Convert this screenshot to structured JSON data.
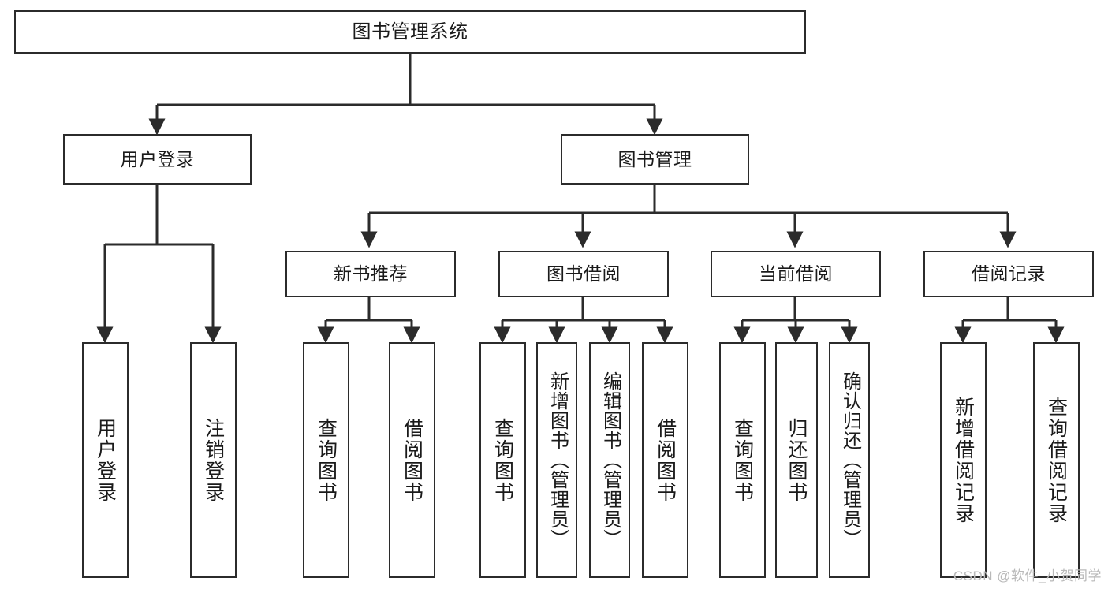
{
  "diagram": {
    "type": "tree-hierarchy",
    "title": "图书管理系统",
    "orientation": "top-down",
    "colors": {
      "stroke": "#2b2b2b",
      "fill": "#ffffff",
      "text": "#1a1a1a",
      "watermark": "#b9b9b9"
    },
    "watermark": "CSDN @软件_小贺同学",
    "levels": [
      {
        "level": 1,
        "nodes": [
          {
            "id": "root",
            "label": "图书管理系统"
          }
        ]
      },
      {
        "level": 2,
        "nodes": [
          {
            "id": "user-login",
            "label": "用户登录",
            "parent": "root"
          },
          {
            "id": "book-manage",
            "label": "图书管理",
            "parent": "root"
          }
        ]
      },
      {
        "level": 3,
        "nodes": [
          {
            "id": "new-book-rec",
            "label": "新书推荐",
            "parent": "book-manage"
          },
          {
            "id": "book-borrow",
            "label": "图书借阅",
            "parent": "book-manage"
          },
          {
            "id": "current-borrow",
            "label": "当前借阅",
            "parent": "book-manage"
          },
          {
            "id": "borrow-record",
            "label": "借阅记录",
            "parent": "book-manage"
          }
        ]
      },
      {
        "level": 4,
        "nodes": [
          {
            "id": "leaf-user-login",
            "label": "用户登录",
            "parent": "user-login"
          },
          {
            "id": "leaf-user-logout",
            "label": "注销登录",
            "parent": "user-login"
          },
          {
            "id": "leaf-query-book-rec",
            "label": "查询图书",
            "parent": "new-book-rec"
          },
          {
            "id": "leaf-borrow-book-rec",
            "label": "借阅图书",
            "parent": "new-book-rec"
          },
          {
            "id": "leaf-query-book-bor",
            "label": "查询图书",
            "parent": "book-borrow"
          },
          {
            "id": "leaf-add-book",
            "label": "新增图书（管理员）",
            "parent": "book-borrow"
          },
          {
            "id": "leaf-edit-book",
            "label": "编辑图书（管理员）",
            "parent": "book-borrow"
          },
          {
            "id": "leaf-borrow-book-bor",
            "label": "借阅图书",
            "parent": "book-borrow"
          },
          {
            "id": "leaf-query-book-cur",
            "label": "查询图书",
            "parent": "current-borrow"
          },
          {
            "id": "leaf-return-book",
            "label": "归还图书",
            "parent": "current-borrow"
          },
          {
            "id": "leaf-confirm-return",
            "label": "确认归还（管理员）",
            "parent": "current-borrow"
          },
          {
            "id": "leaf-add-record",
            "label": "新增借阅记录",
            "parent": "borrow-record"
          },
          {
            "id": "leaf-query-record",
            "label": "查询借阅记录",
            "parent": "borrow-record"
          }
        ]
      }
    ]
  }
}
